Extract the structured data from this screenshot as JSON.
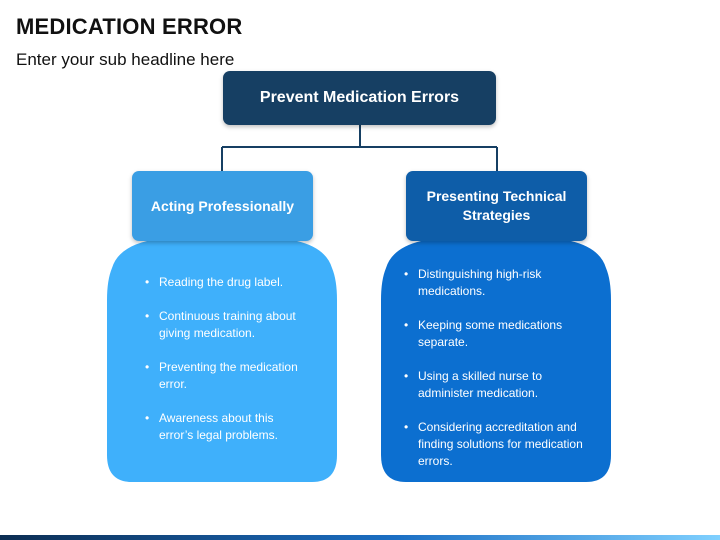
{
  "header": {
    "title": "MEDICATION ERROR",
    "subtitle": "Enter your sub headline here"
  },
  "diagram": {
    "root": {
      "label": "Prevent Medication Errors",
      "color": "#163f63"
    },
    "branches": [
      {
        "title": "Acting Professionally",
        "header_color": "#3a9ee4",
        "body_color": "#3fb0fb",
        "items": [
          "Reading the drug label.",
          "Continuous training about giving medication.",
          "Preventing the medication error.",
          "Awareness about this error’s legal problems."
        ]
      },
      {
        "title": "Presenting Technical Strategies",
        "header_color": "#0e5da8",
        "body_color": "#0c6fd0",
        "items": [
          "Distinguishing high-risk medications.",
          "Keeping some medications separate.",
          "Using a skilled nurse to administer medication.",
          "Considering accreditation and finding solutions for medication errors."
        ]
      }
    ],
    "connector_color": "#163f63"
  }
}
